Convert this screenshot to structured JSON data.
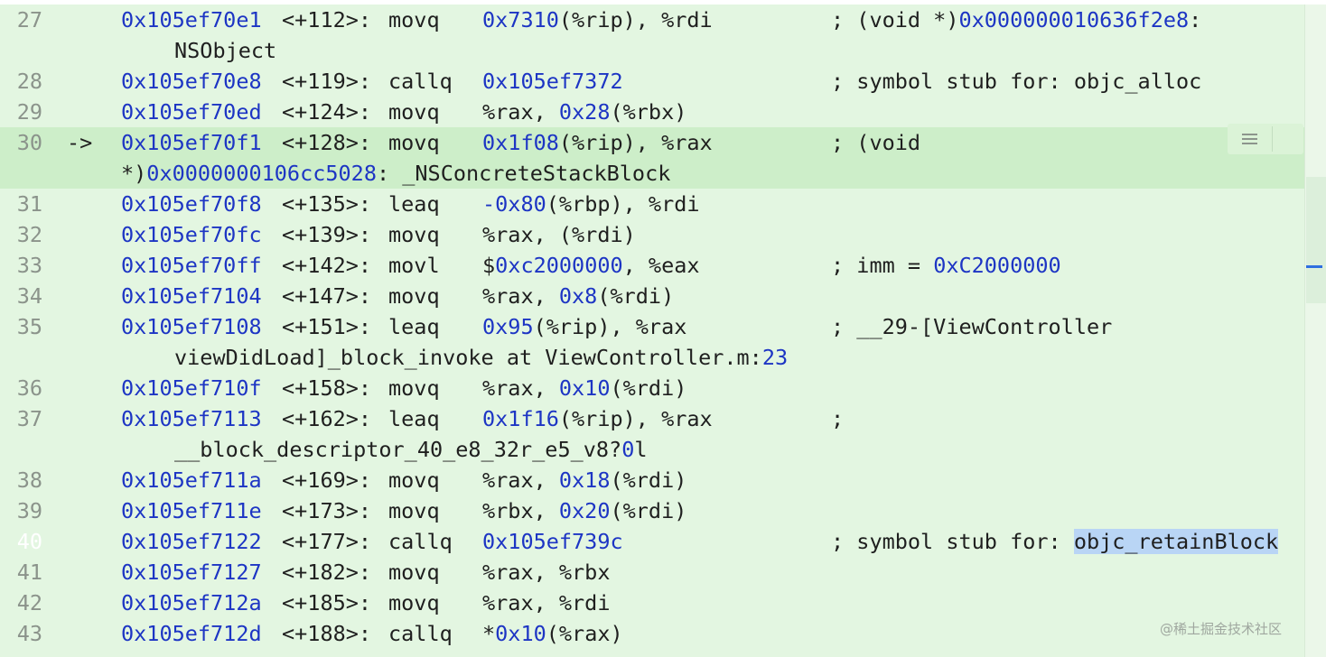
{
  "watermark": "@稀土掘金技术社区",
  "lines": [
    {
      "ln": "27",
      "addr": "0x105ef70e1",
      "off": "<+112>:",
      "mnem": "movq",
      "ops": [
        [
          "0x7310",
          "b"
        ],
        [
          "(%rip), %rdi",
          ""
        ]
      ],
      "cmt": [
        [
          "; (void *)",
          ""
        ],
        [
          "0x000000010636f2e8",
          "b"
        ],
        [
          ":",
          ""
        ]
      ],
      "cont": [
        [
          "NSObject",
          ""
        ]
      ]
    },
    {
      "ln": "28",
      "addr": "0x105ef70e8",
      "off": "<+119>:",
      "mnem": "callq",
      "ops": [
        [
          "0x105ef7372",
          "b"
        ]
      ],
      "cmt": [
        [
          "; symbol stub for: objc_alloc",
          ""
        ]
      ]
    },
    {
      "ln": "29",
      "addr": "0x105ef70ed",
      "off": "<+124>:",
      "mnem": "movq",
      "ops": [
        [
          "%rax, ",
          ""
        ],
        [
          "0x28",
          "b"
        ],
        [
          "(%rbx)",
          ""
        ]
      ],
      "cmt": []
    },
    {
      "ln": "30",
      "arrow": "->",
      "current": true,
      "addr": "0x105ef70f1",
      "off": "<+128>:",
      "mnem": "movq",
      "ops": [
        [
          "0x1f08",
          "b"
        ],
        [
          "(%rip), %rax",
          ""
        ]
      ],
      "cmt": [
        [
          "; (void",
          ""
        ]
      ],
      "contFlush": true,
      "cont": [
        [
          "*)",
          ""
        ],
        [
          "0x0000000106cc5028",
          "b"
        ],
        [
          ": _NSConcreteStackBlock",
          ""
        ]
      ]
    },
    {
      "ln": "31",
      "addr": "0x105ef70f8",
      "off": "<+135>:",
      "mnem": "leaq",
      "ops": [
        [
          "-0x80",
          "b"
        ],
        [
          "(%rbp), %rdi",
          ""
        ]
      ],
      "cmt": []
    },
    {
      "ln": "32",
      "addr": "0x105ef70fc",
      "off": "<+139>:",
      "mnem": "movq",
      "ops": [
        [
          "%rax, (%rdi)",
          ""
        ]
      ],
      "cmt": []
    },
    {
      "ln": "33",
      "addr": "0x105ef70ff",
      "off": "<+142>:",
      "mnem": "movl",
      "ops": [
        [
          "$",
          ""
        ],
        [
          "0xc2000000",
          "b"
        ],
        [
          ", %eax",
          ""
        ]
      ],
      "cmt": [
        [
          "; imm = ",
          ""
        ],
        [
          "0xC2000000",
          "b"
        ]
      ]
    },
    {
      "ln": "34",
      "addr": "0x105ef7104",
      "off": "<+147>:",
      "mnem": "movq",
      "ops": [
        [
          "%rax, ",
          ""
        ],
        [
          "0x8",
          "b"
        ],
        [
          "(%rdi)",
          ""
        ]
      ],
      "cmt": []
    },
    {
      "ln": "35",
      "addr": "0x105ef7108",
      "off": "<+151>:",
      "mnem": "leaq",
      "ops": [
        [
          "0x95",
          "b"
        ],
        [
          "(%rip), %rax",
          ""
        ]
      ],
      "cmt": [
        [
          "; __29-[ViewController",
          ""
        ]
      ],
      "cont": [
        [
          "viewDidLoad]_block_invoke at ViewController.m:",
          ""
        ],
        [
          "23",
          "b"
        ]
      ]
    },
    {
      "ln": "36",
      "addr": "0x105ef710f",
      "off": "<+158>:",
      "mnem": "movq",
      "ops": [
        [
          "%rax, ",
          ""
        ],
        [
          "0x10",
          "b"
        ],
        [
          "(%rdi)",
          ""
        ]
      ],
      "cmt": []
    },
    {
      "ln": "37",
      "addr": "0x105ef7113",
      "off": "<+162>:",
      "mnem": "leaq",
      "ops": [
        [
          "0x1f16",
          "b"
        ],
        [
          "(%rip), %rax",
          ""
        ]
      ],
      "cmt": [
        [
          ";",
          ""
        ]
      ],
      "cont": [
        [
          "__block_descriptor_40_e8_32r_e5_v8?",
          ""
        ],
        [
          "0",
          "b"
        ],
        [
          "l",
          ""
        ]
      ]
    },
    {
      "ln": "38",
      "addr": "0x105ef711a",
      "off": "<+169>:",
      "mnem": "movq",
      "ops": [
        [
          "%rax, ",
          ""
        ],
        [
          "0x18",
          "b"
        ],
        [
          "(%rdi)",
          ""
        ]
      ],
      "cmt": []
    },
    {
      "ln": "39",
      "addr": "0x105ef711e",
      "off": "<+173>:",
      "mnem": "movq",
      "ops": [
        [
          "%rbx, ",
          ""
        ],
        [
          "0x20",
          "b"
        ],
        [
          "(%rdi)",
          ""
        ]
      ],
      "cmt": []
    },
    {
      "ln": "40",
      "lnHighlight": true,
      "addr": "0x105ef7122",
      "off": "<+177>:",
      "mnem": "callq",
      "ops": [
        [
          "0x105ef739c",
          "b"
        ]
      ],
      "cmt": [
        [
          "; symbol stub for: ",
          ""
        ],
        [
          "objc_retainBlock",
          "sel"
        ]
      ]
    },
    {
      "ln": "41",
      "addr": "0x105ef7127",
      "off": "<+182>:",
      "mnem": "movq",
      "ops": [
        [
          "%rax, %rbx",
          ""
        ]
      ],
      "cmt": []
    },
    {
      "ln": "42",
      "addr": "0x105ef712a",
      "off": "<+185>:",
      "mnem": "movq",
      "ops": [
        [
          "%rax, %rdi",
          ""
        ]
      ],
      "cmt": []
    },
    {
      "ln": "43",
      "addr": "0x105ef712d",
      "off": "<+188>:",
      "mnem": "callq",
      "ops": [
        [
          "*",
          ""
        ],
        [
          "0x10",
          "b"
        ],
        [
          "(%rax)",
          ""
        ]
      ],
      "cmt": []
    }
  ]
}
